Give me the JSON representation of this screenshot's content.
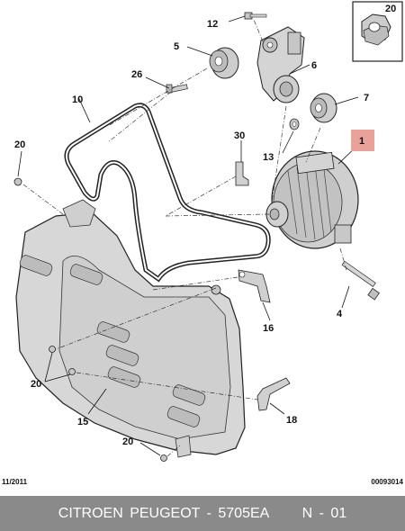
{
  "diagram": {
    "callouts": {
      "c1": "1",
      "c4": "4",
      "c5": "5",
      "c6": "6",
      "c7": "7",
      "c10": "10",
      "c12": "12",
      "c13": "13",
      "c15": "15",
      "c16": "16",
      "c18": "18",
      "c20_left": "20",
      "c20_mid": "20",
      "c20_bottom": "20",
      "c20_inset": "20",
      "c26": "26",
      "c30": "30"
    },
    "colors": {
      "highlight": "#e8a29a",
      "part_fill": "#d6d6d6",
      "part_shade": "#bdbdbd",
      "outline": "#222222"
    }
  },
  "footer": {
    "date": "11/2011",
    "doc_number": "00093014",
    "title": "CITROEN PEUGEOT - 5705EA     N - 01"
  }
}
